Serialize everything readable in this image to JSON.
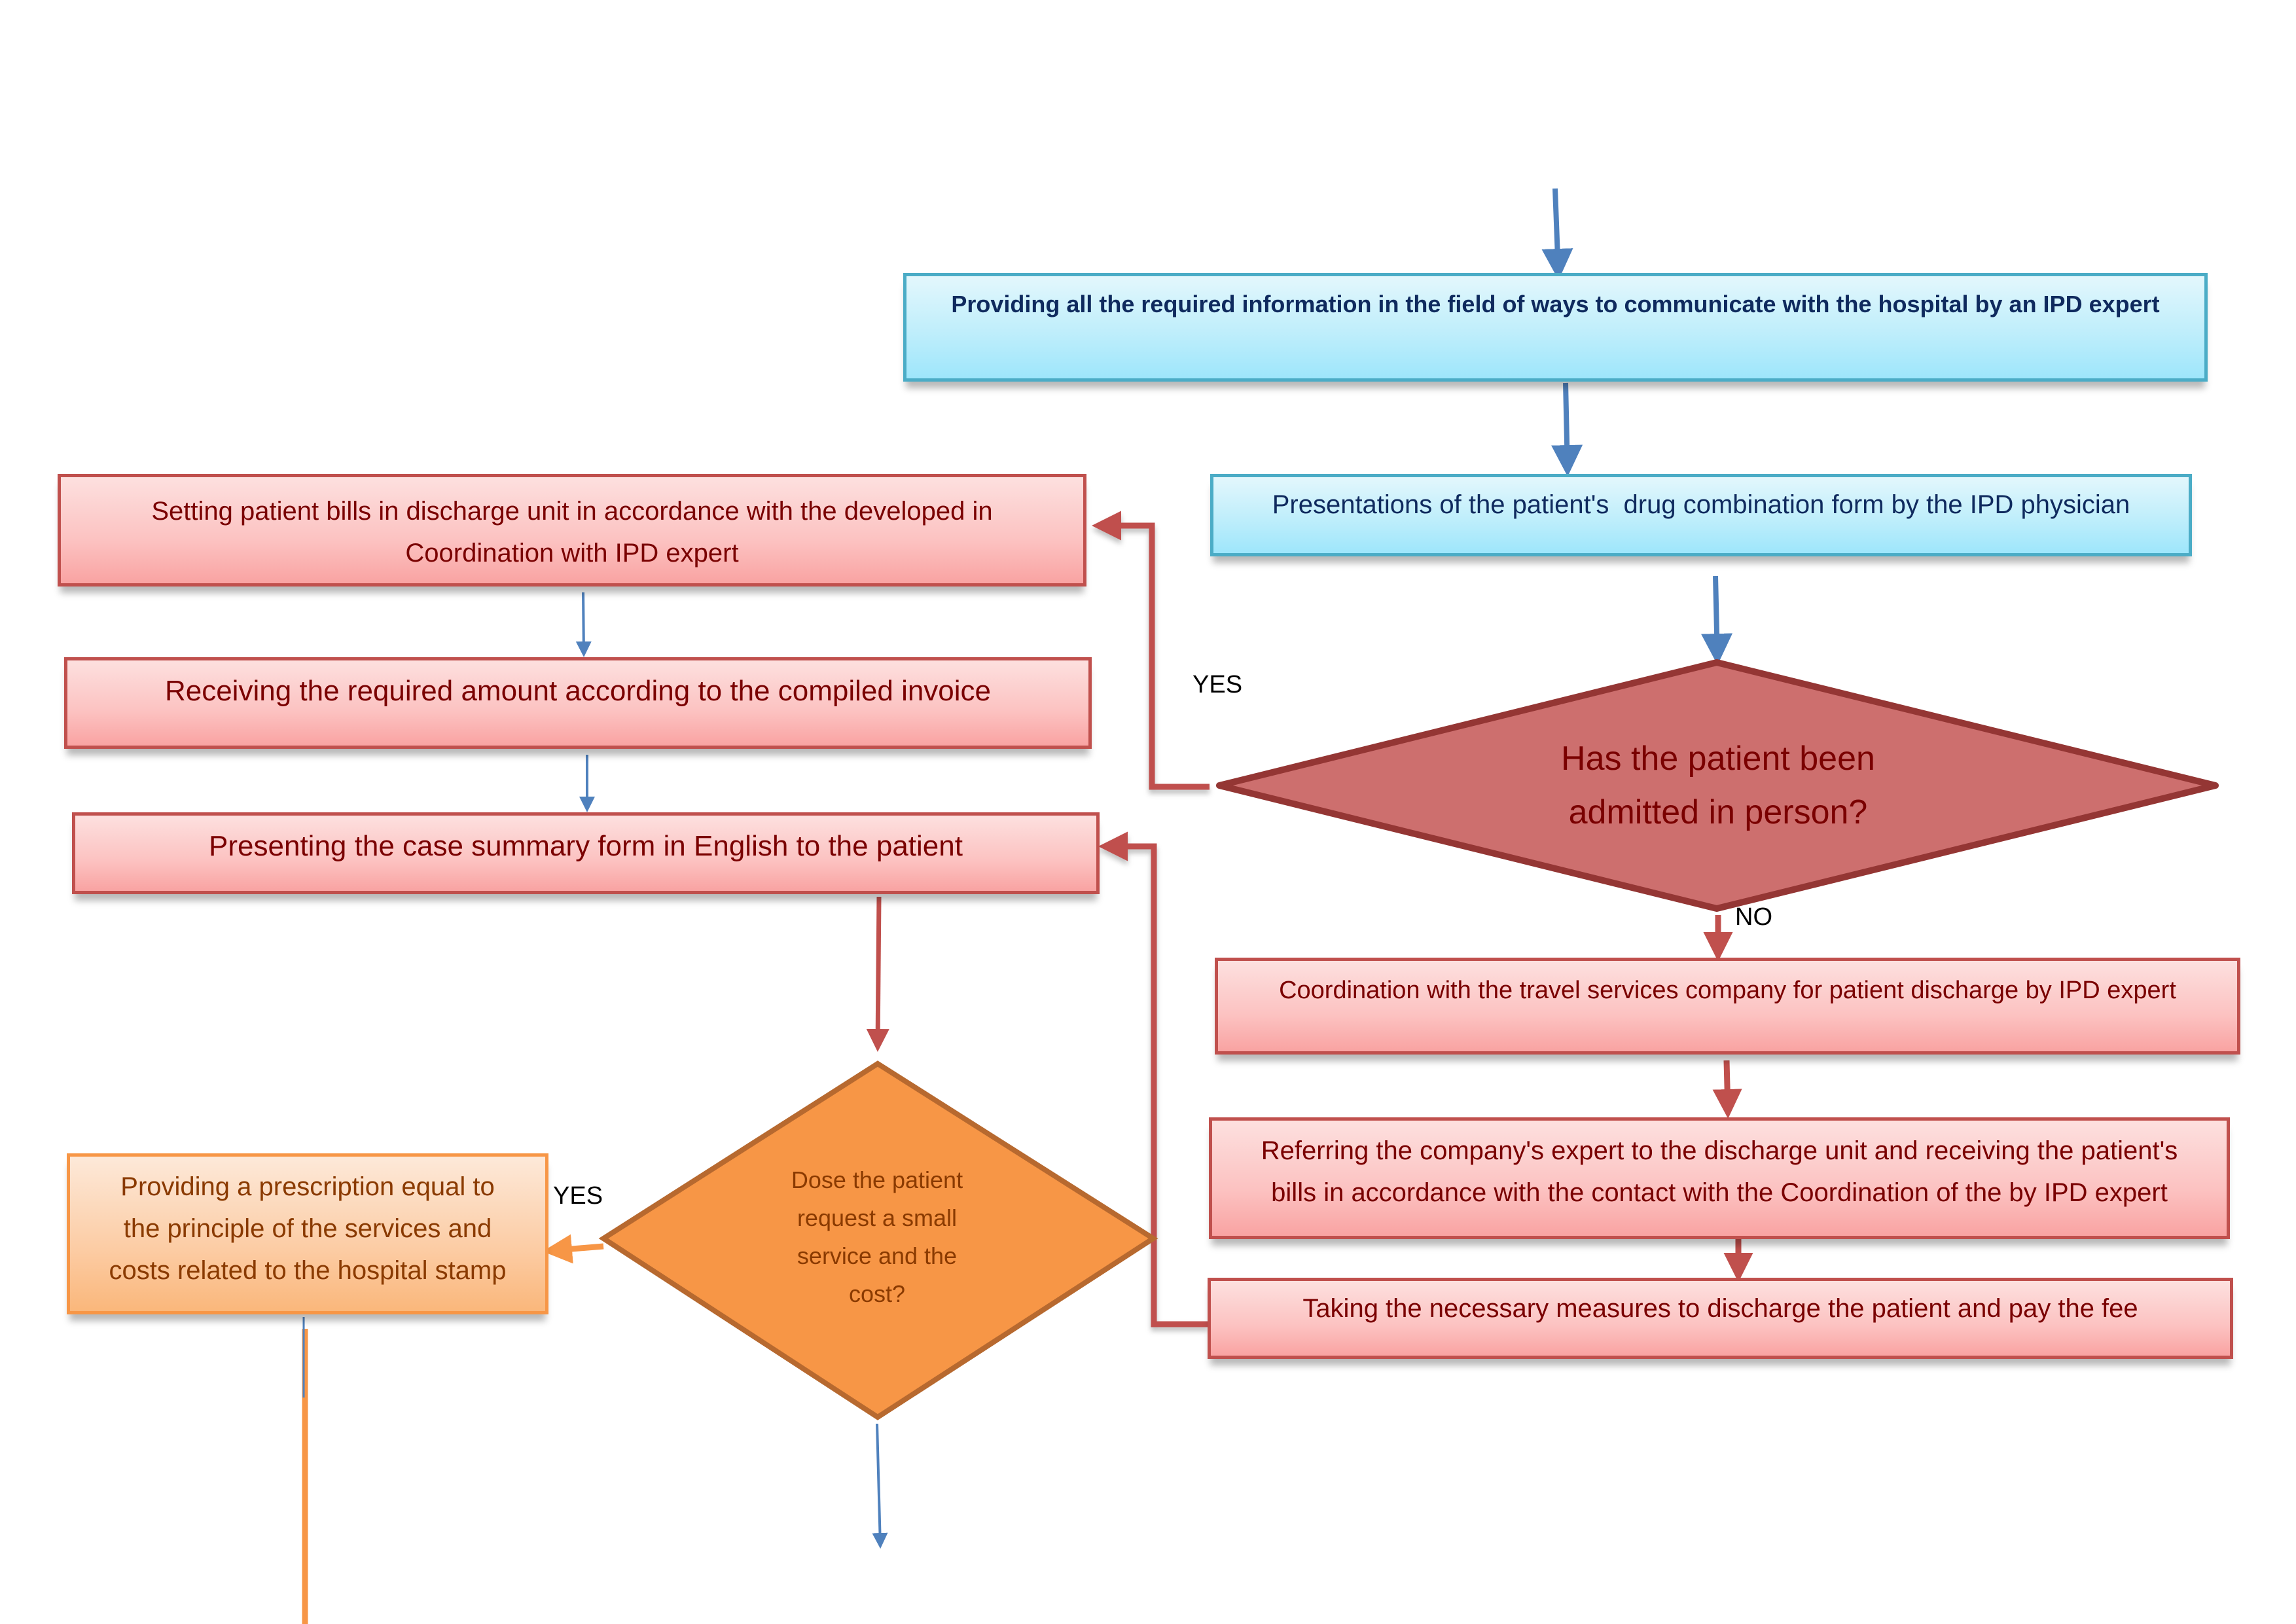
{
  "colors": {
    "blue_arrow": "#4f81bd",
    "red_arrow": "#c0504d",
    "orange_arrow": "#f79646",
    "blue_box_border": "#4bacc6",
    "red_box_border": "#c0504d",
    "orange_box_border": "#f79646",
    "decision_red_fill": "#cd6f6e",
    "decision_red_border": "#943634",
    "decision_orange_fill": "#f79646",
    "decision_orange_border": "#b7692f"
  },
  "steps": {
    "provide_info": "Providing all the required information in the field of ways to communicate with the hospital by an IPD expert",
    "drug_form": "Presentations of the patient's  drug combination form by the IPD physician",
    "setting_bills_line1": "Setting patient bills in discharge unit in accordance with the developed in",
    "setting_bills_line2": "Coordination with IPD expert",
    "receiving_amount": "Receiving the required amount according to the compiled invoice",
    "case_summary": "Presenting the case summary form in English to the patient",
    "coord_travel": "Coordination with the travel services company for patient discharge by IPD expert",
    "referring_line1": "Referring the company's expert to the discharge unit and receiving the patient's",
    "referring_line2": "bills in accordance with the contact with the Coordination of the by IPD expert",
    "taking_measures": "Taking the necessary measures to discharge the patient and pay the fee",
    "prescription_line1": "Providing a prescription equal to",
    "prescription_line2": "the principle of the services and",
    "prescription_line3": "costs related to the hospital stamp"
  },
  "decisions": {
    "admitted_line1": "Has the patient been",
    "admitted_line2": "admitted in person?",
    "small_service_line1": "Dose the patient",
    "small_service_line2": "request a small",
    "small_service_line3": "service and the",
    "small_service_line4": "cost?"
  },
  "branch_labels": {
    "admitted_yes": "YES",
    "admitted_no": "NO",
    "small_service_yes": "YES"
  }
}
